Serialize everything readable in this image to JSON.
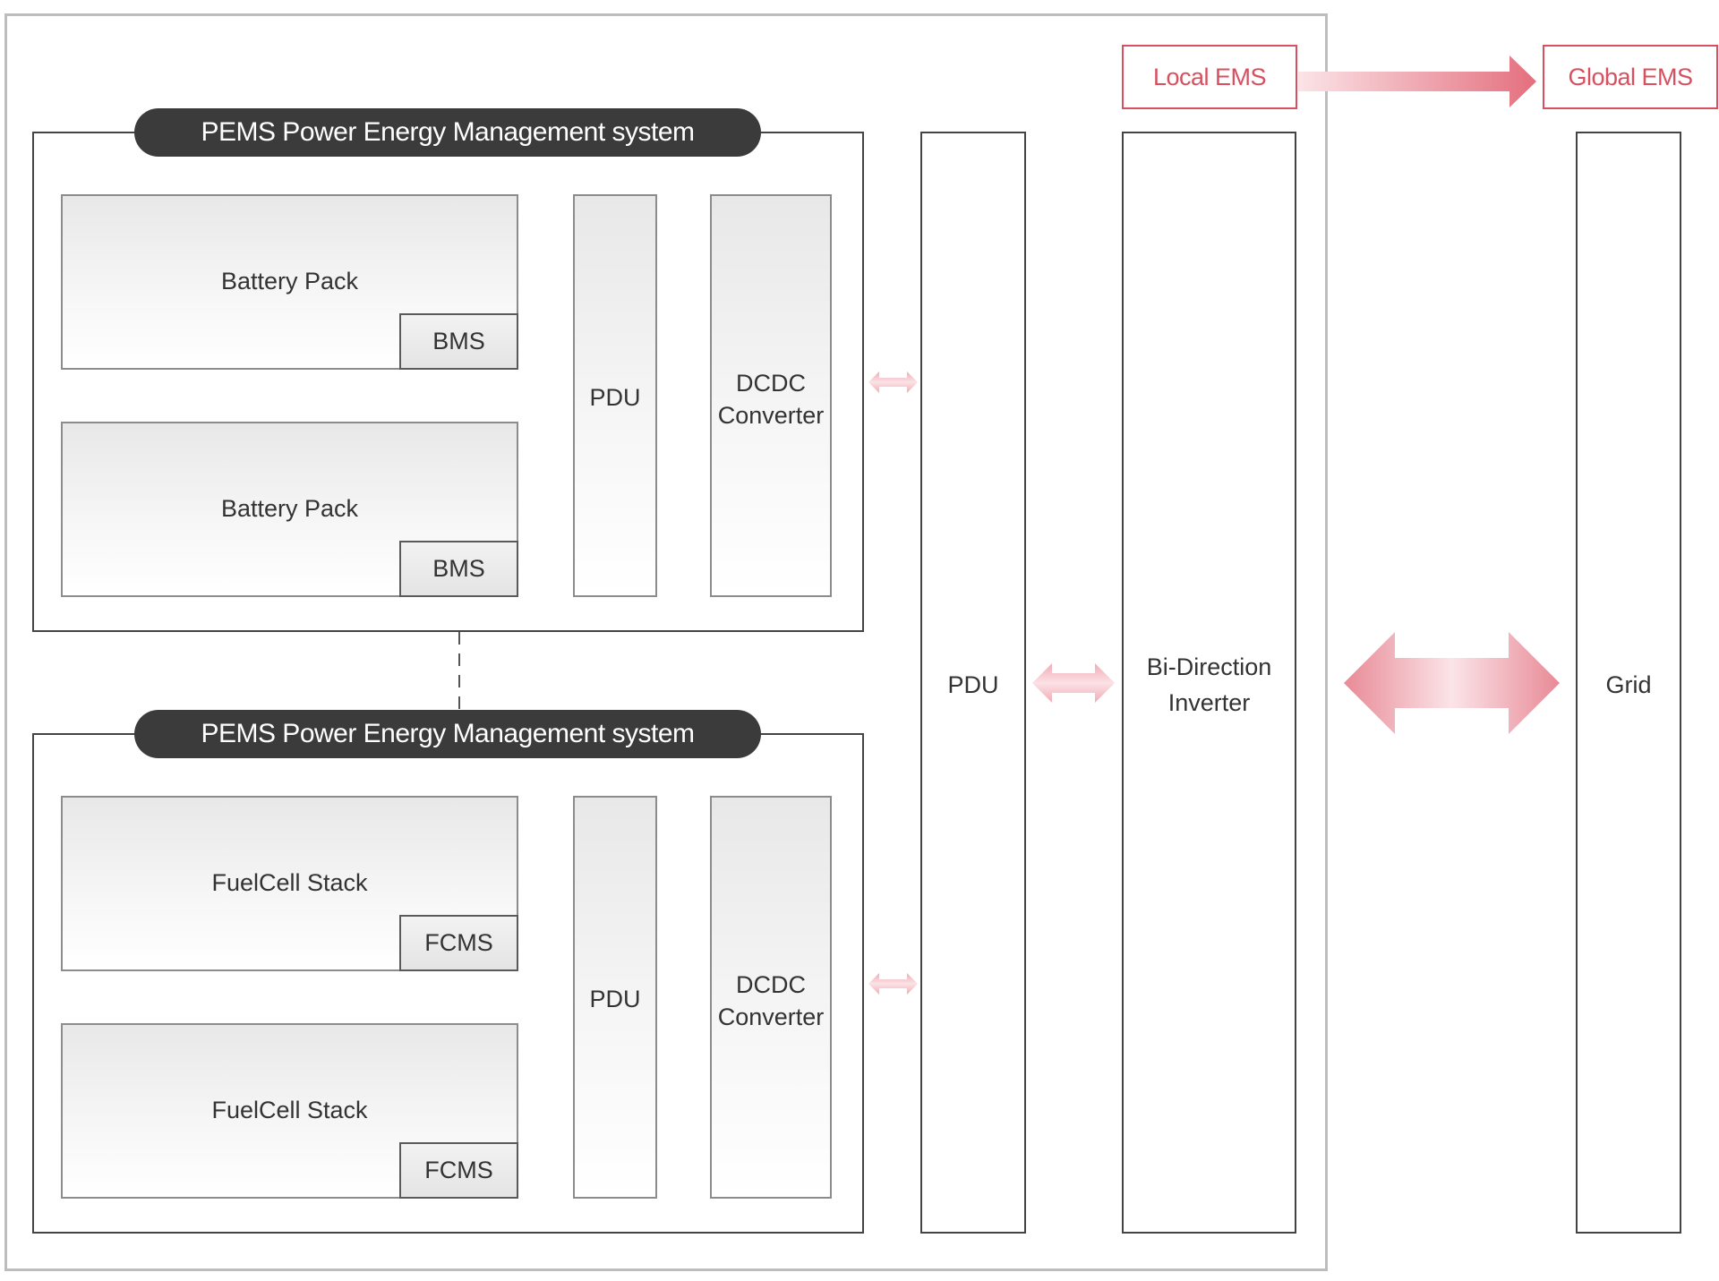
{
  "colors": {
    "accent_red": "#d8505f",
    "arrow_light": "#f7d5da",
    "arrow_dark": "#e98a96",
    "title_bar": "#3b3b3b",
    "frame_gray": "#bdbdbd",
    "box_border": "#444444"
  },
  "pems_top": {
    "title": "PEMS Power Energy Management system",
    "packs": [
      {
        "label": "Battery Pack",
        "sub": "BMS"
      },
      {
        "label": "Battery Pack",
        "sub": "BMS"
      }
    ],
    "pdu": "PDU",
    "dcdc_line1": "DCDC",
    "dcdc_line2": "Converter"
  },
  "pems_bottom": {
    "title": "PEMS Power Energy Management system",
    "packs": [
      {
        "label": "FuelCell Stack",
        "sub": "FCMS"
      },
      {
        "label": "FuelCell Stack",
        "sub": "FCMS"
      }
    ],
    "pdu": "PDU",
    "dcdc_line1": "DCDC",
    "dcdc_line2": "Converter"
  },
  "main_pdu": "PDU",
  "inverter": {
    "line1": "Bi-Direction",
    "line2": "Inverter"
  },
  "grid": "Grid",
  "local_ems": "Local EMS",
  "global_ems": "Global EMS"
}
